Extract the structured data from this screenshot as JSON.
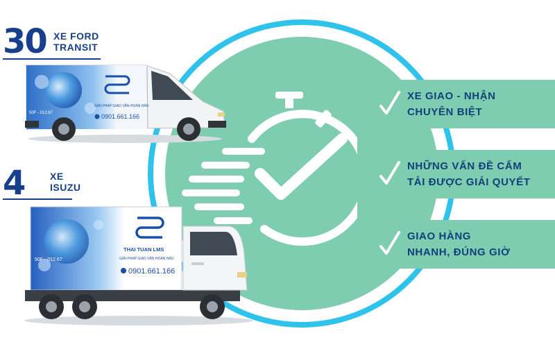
{
  "fleet": [
    {
      "count": "30",
      "label": "XE FORD\nTRANSIT"
    },
    {
      "count": "4",
      "label": "XE\nISUZU"
    }
  ],
  "features": [
    {
      "text": "XE GIAO - NHẬN\nCHUYÊN BIỆT"
    },
    {
      "text": "NHỮNG VẤN ĐỀ CẤM\nTẢI ĐƯỢC GIẢI QUYẾT"
    },
    {
      "text": "GIAO HÀNG\nNHANH, ĐÚNG GIỜ"
    }
  ],
  "vehicle_branding": {
    "company": "THAI TUAN LMS",
    "slogan": "GIẢI PHÁP GIAO VẬN HOÀN HẢO",
    "phone": "0901.661.166",
    "van_plate": "50F - 012.67",
    "truck_plate": "50F - 012.67"
  },
  "colors": {
    "navy": "#173f8a",
    "mint": "#7fcdb0",
    "ring": "#2fc2ea",
    "feature_text": "#123f7a"
  }
}
